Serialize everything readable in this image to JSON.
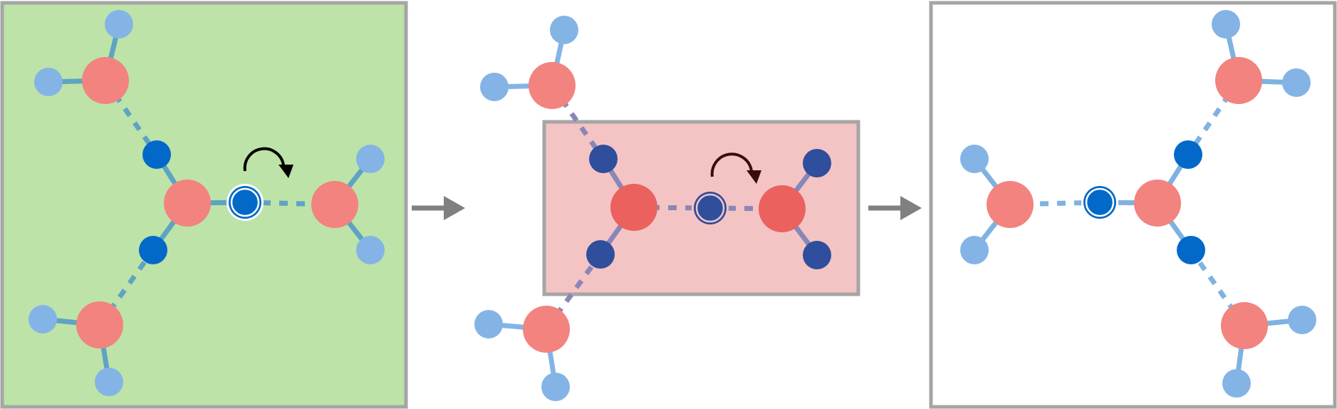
{
  "colors": {
    "oxygen": "#f2837f",
    "oxygen_active": "#ea615e",
    "hydrogen_light": "#84b4e6",
    "hydrogen_blue": "#0269c9",
    "hydrogen_dark": "#2f4e9b",
    "bond_teal": "#5fa3c4",
    "bond_light": "#7fb2e0",
    "bond_purple": "#8a87b6",
    "panel_green": "#bde3a8",
    "panel_pink": "#f4c4c5",
    "frame_gray": "#a5a5a5",
    "arrow_gray": "#808080",
    "rotation_black": "#000000",
    "rotation_dark": "#3a0c0c"
  },
  "panels": [
    {
      "name": "initial-state-panel",
      "fill": "panel_green"
    },
    {
      "name": "transition-state-panel",
      "fill": "panel_pink"
    },
    {
      "name": "final-state-panel",
      "fill": "none"
    }
  ],
  "arrows": [
    "step-arrow-1",
    "step-arrow-2"
  ],
  "rotation_indicators": [
    {
      "name": "rotation-arrow-initial",
      "color": "rotation_black"
    },
    {
      "name": "rotation-arrow-transition",
      "color": "rotation_dark"
    }
  ]
}
